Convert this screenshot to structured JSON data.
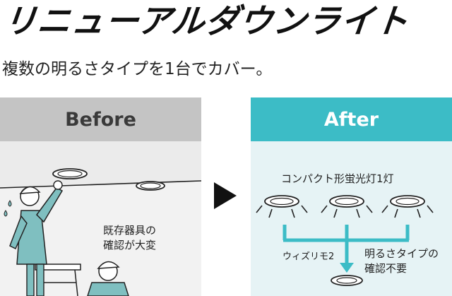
{
  "header": {
    "title": "リニューアルダウンライト",
    "subtitle": "複数の明るさタイプを1台でカバー。"
  },
  "before": {
    "label": "Before",
    "note_line1": "既存器具の",
    "note_line2": "確認が大変"
  },
  "after": {
    "label": "After",
    "lamp_label": "コンパクト形蛍光灯1灯",
    "product_label": "ウィズリモ2",
    "benefit_line1": "明るさタイプの",
    "benefit_line2": "確認不要"
  },
  "colors": {
    "accent": "#3cbcc6",
    "before_header": "#c4c4c4",
    "before_bg": "#e6e6e6",
    "after_bg": "#e6f3f5",
    "worker": "#7fbfc0"
  },
  "icons": {
    "arrow": "right-triangle-arrow",
    "downlight": "downlight-icon",
    "worker": "worker-illustration"
  }
}
